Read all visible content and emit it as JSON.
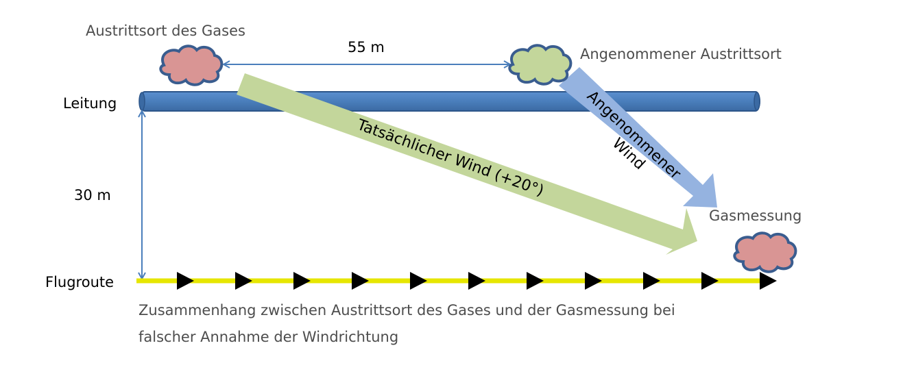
{
  "labels": {
    "source_actual": "Austrittsort  des Gases",
    "distance_horizontal": "55 m",
    "source_assumed": "Angenommener Austrittsort",
    "pipeline": "Leitung",
    "distance_vertical": "30 m",
    "gas_measurement": "Gasmessung",
    "flight_route": "Flugroute",
    "actual_wind": "Tatsächlicher Wind (+20°)",
    "assumed_wind_line1": "Angenommener",
    "assumed_wind_line2": "Wind"
  },
  "caption": {
    "line1": "Zusammenhang zwischen Austrittsort  des Gases und der Gasmessung bei",
    "line2": "falscher Annahme der Windrichtung"
  },
  "colors": {
    "pipeline": "#4a7ebb",
    "pipeline_edge": "#2c5589",
    "actual_wind_arrow": "#c3d69b",
    "assumed_wind_arrow": "#95b3e0",
    "cloud_actual": "#d99594",
    "cloud_assumed": "#c3d69b",
    "cloud_edge": "#3a5d8f",
    "dimension_arrow": "#4a7ebb",
    "flight_route": "#e6e600",
    "flight_marker": "#000000"
  },
  "icons": {
    "source_actual": "gas-cloud-icon",
    "source_assumed": "gas-cloud-icon",
    "measurement": "gas-cloud-icon",
    "route_marker": "triangle-right-icon"
  }
}
